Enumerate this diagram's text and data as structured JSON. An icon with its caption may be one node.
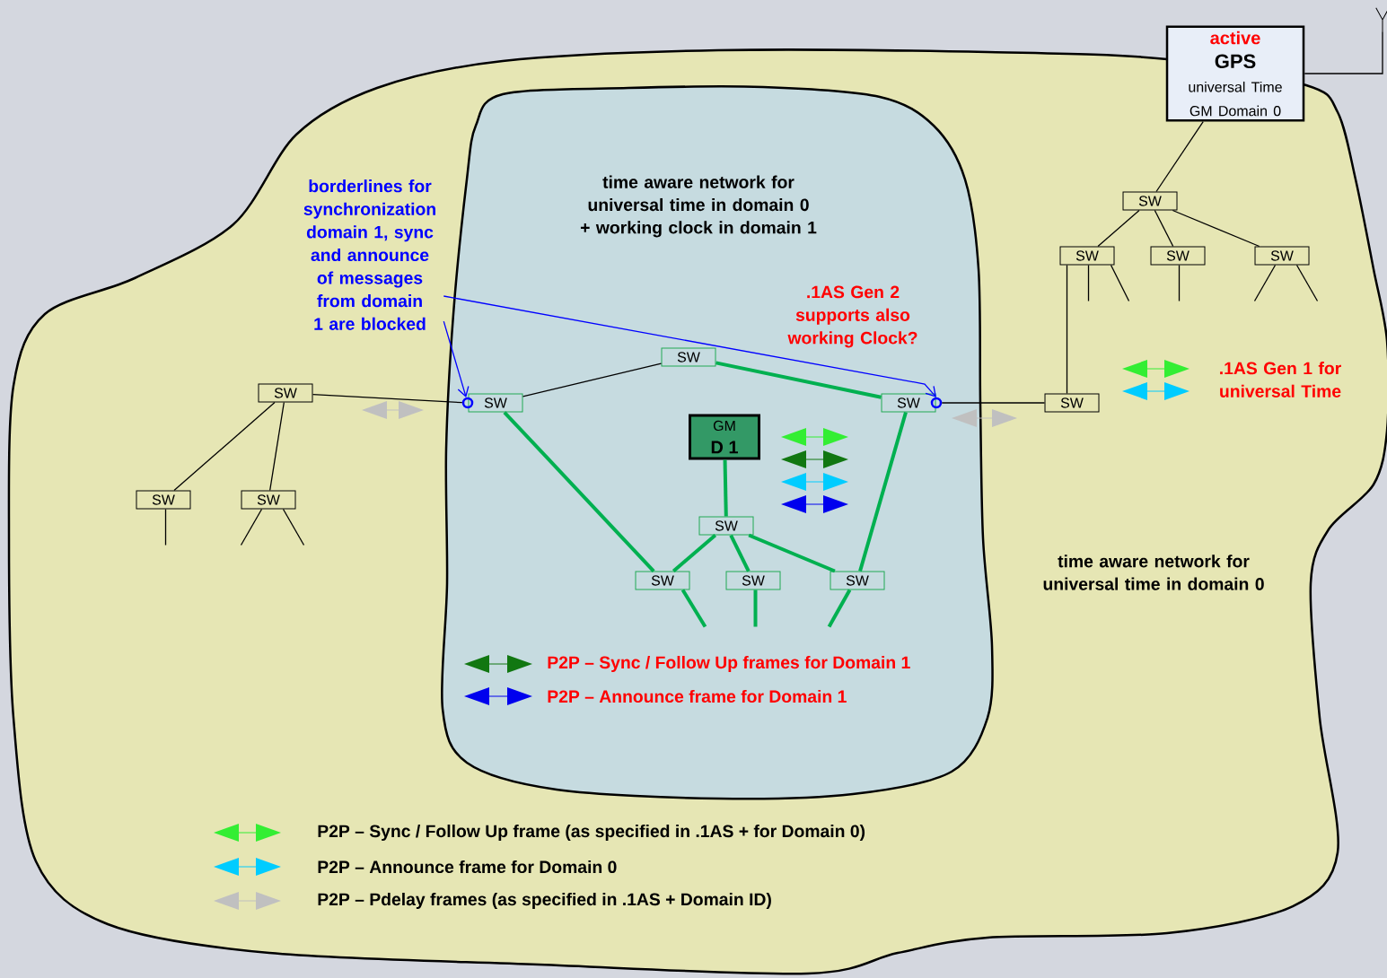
{
  "diagram": {
    "nodes": [
      {
        "text": [
          "time aware network for universal time in domain 0"
        ]
      },
      {
        "text": [
          "time aware network for universal time in domain 0 + working clock in domain 1"
        ],
        "in": 0
      },
      {
        "text": [
          "active",
          "GPS",
          "universal Time GM Domain 0"
        ]
      },
      {
        "text": [
          "SW"
        ],
        "in": 0
      },
      {
        "text": [
          "SW"
        ],
        "in": 0
      },
      {
        "text": [
          "SW"
        ],
        "in": 0
      },
      {
        "text": [
          "SW"
        ],
        "in": 0
      },
      {
        "text": [
          "SW"
        ],
        "in": 0
      },
      {
        "text": [
          "SW"
        ],
        "in": 0
      },
      {
        "text": [
          "SW"
        ],
        "in": 0
      },
      {
        "text": [
          "SW"
        ],
        "in": 0
      },
      {
        "text": [
          "SW"
        ],
        "in": 1
      },
      {
        "text": [
          "SW"
        ],
        "in": 1
      },
      {
        "text": [
          "SW"
        ],
        "in": 1
      },
      {
        "text": [
          "GM",
          "D 1"
        ],
        "in": 1
      },
      {
        "text": [
          "SW"
        ],
        "in": 1
      },
      {
        "text": [
          "SW"
        ],
        "in": 1
      },
      {
        "text": [
          "SW"
        ],
        "in": 1
      },
      {
        "text": [
          "SW"
        ],
        "in": 1
      },
      {
        "text": [
          "borderlines for synchronization domain 1, sync and announce of messages from domain 1 are blocked"
        ],
        "in": 0
      },
      {
        "text": [],
        "shape": "circle",
        "in": 1
      },
      {
        "text": [],
        "shape": "circle",
        "in": 1
      },
      {
        "text": [],
        "shape": "picture"
      }
    ],
    "edges": [
      {
        "from": 2,
        "to": 3,
        "arrow": "none"
      },
      {
        "from": 3,
        "to": 4,
        "arrow": "none"
      },
      {
        "from": 3,
        "to": 5,
        "arrow": "none"
      },
      {
        "from": 3,
        "to": 6,
        "arrow": "none"
      },
      {
        "from": 4,
        "to": 7,
        "arrow": "none"
      },
      {
        "from": 21,
        "to": 7,
        "arrow": "none"
      },
      {
        "from": 8,
        "to": 20,
        "arrow": "none"
      },
      {
        "from": 8,
        "to": 9,
        "arrow": "none"
      },
      {
        "from": 8,
        "to": 10,
        "arrow": "none"
      },
      {
        "from": 11,
        "to": 12,
        "arrow": "none"
      },
      {
        "from": 12,
        "to": 13,
        "arrow": "none",
        "style": "thick",
        "color": "#00b050"
      },
      {
        "from": 11,
        "to": 16,
        "arrow": "none",
        "style": "thick",
        "color": "#00b050"
      },
      {
        "from": 13,
        "to": 18,
        "arrow": "none",
        "style": "thick",
        "color": "#00b050"
      },
      {
        "from": 14,
        "to": 15,
        "arrow": "none",
        "style": "thick",
        "color": "#00b050"
      },
      {
        "from": 15,
        "to": 16,
        "arrow": "none",
        "style": "thick",
        "color": "#00b050"
      },
      {
        "from": 15,
        "to": 17,
        "arrow": "none",
        "style": "thick",
        "color": "#00b050"
      },
      {
        "from": 15,
        "to": 18,
        "arrow": "none",
        "style": "thick",
        "color": "#00b050"
      },
      {
        "from": 19,
        "to": 20,
        "arrow": "to",
        "color": "#0000ff"
      },
      {
        "from": 19,
        "to": 21,
        "arrow": "to",
        "color": "#0000ff"
      },
      {
        "from": 2,
        "to": 22,
        "arrow": "none"
      },
      {
        "from": 4,
        "to": null,
        "arrow": "none"
      },
      {
        "from": 4,
        "to": null,
        "arrow": "none"
      },
      {
        "from": 5,
        "to": null,
        "arrow": "none"
      },
      {
        "from": 6,
        "to": null,
        "arrow": "none"
      },
      {
        "from": 6,
        "to": null,
        "arrow": "none"
      },
      {
        "from": 9,
        "to": null,
        "arrow": "none"
      },
      {
        "from": 10,
        "to": null,
        "arrow": "none"
      },
      {
        "from": 10,
        "to": null,
        "arrow": "none"
      },
      {
        "from": 16,
        "to": null,
        "arrow": "none",
        "style": "thick",
        "color": "#00b050"
      },
      {
        "from": 17,
        "to": null,
        "arrow": "none",
        "style": "thick",
        "color": "#00b050"
      },
      {
        "from": 18,
        "to": null,
        "arrow": "none",
        "style": "thick",
        "color": "#00b050"
      }
    ],
    "labels": [
      ".1AS Gen 2 supports also working Clock?",
      ".1AS Gen 1 for universal Time"
    ],
    "legend": [
      {
        "text": "P2P – Sync / Follow Up frames for Domain 1"
      },
      {
        "text": "P2P – Announce frame for Domain 1"
      },
      {
        "text": "P2P – Sync / Follow Up frame (as specified in .1AS + for Domain 0)"
      },
      {
        "text": "P2P – Announce frame for Domain 0"
      },
      {
        "text": "P2P – Pdelay frames (as specified in .1AS + Domain ID)"
      }
    ]
  }
}
